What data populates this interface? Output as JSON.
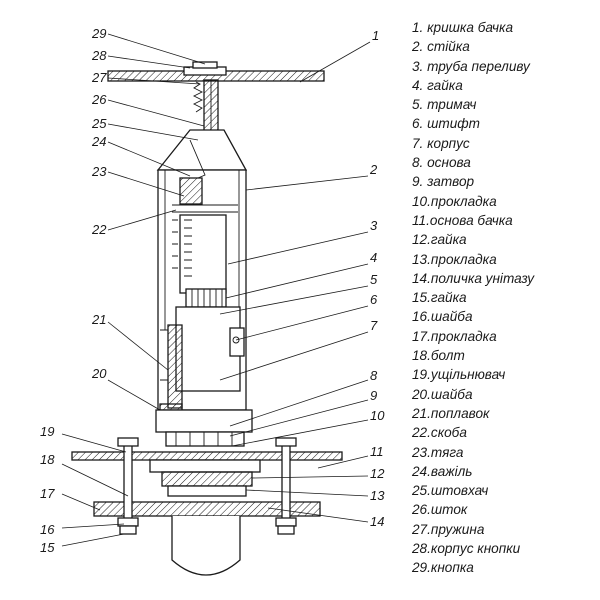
{
  "callouts": [
    {
      "n": "1"
    },
    {
      "n": "2"
    },
    {
      "n": "3"
    },
    {
      "n": "4"
    },
    {
      "n": "5"
    },
    {
      "n": "6"
    },
    {
      "n": "7"
    },
    {
      "n": "8"
    },
    {
      "n": "9"
    },
    {
      "n": "10"
    },
    {
      "n": "11"
    },
    {
      "n": "12"
    },
    {
      "n": "13"
    },
    {
      "n": "14"
    },
    {
      "n": "15"
    },
    {
      "n": "16"
    },
    {
      "n": "17"
    },
    {
      "n": "18"
    },
    {
      "n": "19"
    },
    {
      "n": "20"
    },
    {
      "n": "21"
    },
    {
      "n": "22"
    },
    {
      "n": "23"
    },
    {
      "n": "24"
    },
    {
      "n": "25"
    },
    {
      "n": "26"
    },
    {
      "n": "27"
    },
    {
      "n": "28"
    },
    {
      "n": "29"
    }
  ],
  "legend": [
    "1. кришка бачка",
    "2. стійка",
    "3. труба переливу",
    "4. гайка",
    "5. тримач",
    "6. штифт",
    "7. корпус",
    "8. основа",
    "9. затвор",
    "10.прокладка",
    "11.основа бачка",
    "12.гайка",
    "13.прокладка",
    "14.поличка унітазу",
    "15.гайка",
    "16.шайба",
    "17.прокладка",
    "18.болт",
    "19.ущільнювач",
    "20.шайба",
    "21.поплавок",
    "22.скоба",
    "23.тяга",
    "24.важіль",
    "25.штовхач",
    "26.шток",
    "27.пружина",
    "28.корпус кнопки",
    "29.кнопка"
  ]
}
